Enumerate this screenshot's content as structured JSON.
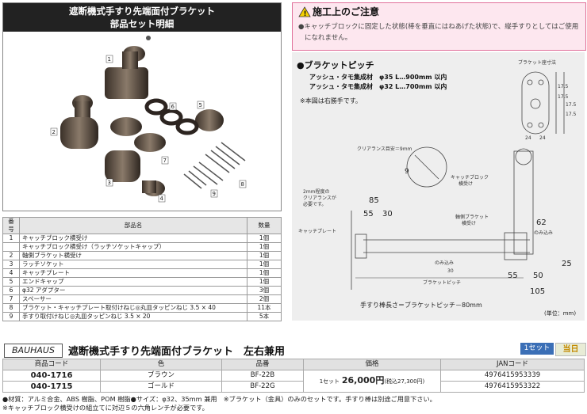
{
  "left_panel": {
    "title_line1": "遮断機式手すり先端面付ブラケット",
    "title_line2": "部品セット明細",
    "callouts": [
      "1",
      "2",
      "3",
      "4",
      "5",
      "6",
      "7",
      "8",
      "9"
    ]
  },
  "parts_table": {
    "headers": [
      "番号",
      "部品名",
      "数量"
    ],
    "rows": [
      {
        "no": "1",
        "name": "キャッチブロック横受け",
        "qty": "1個"
      },
      {
        "no": "",
        "name": "キャッチブロック横受け（ラッチソケットキャップ）",
        "qty": "1個"
      },
      {
        "no": "2",
        "name": "軸側ブラケット横受け",
        "qty": "1個"
      },
      {
        "no": "3",
        "name": "ラッチソケット",
        "qty": "1個"
      },
      {
        "no": "4",
        "name": "キャッチプレート",
        "qty": "1個"
      },
      {
        "no": "5",
        "name": "エンドキャップ",
        "qty": "1個"
      },
      {
        "no": "6",
        "name": "φ32 アダプター",
        "qty": "3個"
      },
      {
        "no": "7",
        "name": "スペーサー",
        "qty": "2個"
      },
      {
        "no": "8",
        "name": "ブラケット・キャッチプレート取付けねじ◎丸皿タッピンねじ 3.5 × 40",
        "qty": "11本"
      },
      {
        "no": "9",
        "name": "手すり取付けねじ◎丸皿タッピンねじ 3.5 × 20",
        "qty": "5本"
      }
    ]
  },
  "caution": {
    "heading": "施工上のご注意",
    "text_line1": "●キャッチブロックに固定した状態(棒を垂直にはねあげた状態)で、縦手すりとしてはご使用",
    "text_line2": "になれません。"
  },
  "diagram": {
    "heading": "●ブラケットピッチ",
    "spec1": "アッシュ・タモ集成材　φ35 L…900mm 以内",
    "spec2": "アッシュ・タモ集成材　φ32 L…700mm 以内",
    "note": "※本図は右勝手です。",
    "labels": {
      "bracket_mount": "ブラケット座寸法",
      "clearance": "クリアランス目安＝9mm",
      "clearance_2mm_1": "2mm程度の",
      "clearance_2mm_2": "クリアランスが",
      "clearance_2mm_3": "必要です。",
      "catch_plate": "キャッチプレート",
      "catch_block_1": "キャッチブロック",
      "catch_block_2": "横受け",
      "shaft_bracket_1": "軸側ブラケット",
      "shaft_bracket_2": "横受け",
      "insert_30_label": "のみ込み",
      "insert_30_val": "30",
      "insert_25_label": "のみ込み",
      "bracket_pitch": "ブラケットピッチ",
      "formula": "手すり棒長さ＝ブラケットピッチ－80mm",
      "unit": "(単位：mm)"
    },
    "dims": {
      "d85": "85",
      "d55a": "55",
      "d30": "30",
      "d9": "9",
      "d62": "62",
      "d25": "25",
      "d55b": "55",
      "d50": "50",
      "d105": "105",
      "d17_5a": "17.5",
      "d17_5b": "17.5",
      "d24a": "24",
      "d24b": "24",
      "d17_5c": "17.5",
      "d17_5d": "17.5"
    }
  },
  "banner": {
    "logo": "BAUHAUS",
    "title": "遮断機式手すり先端面付ブラケット　左右兼用",
    "set_badge": "1セット",
    "today_badge": "当日"
  },
  "product_table": {
    "headers": [
      "商品コード",
      "色",
      "品番",
      "価格",
      "JANコード"
    ],
    "rows": [
      {
        "code": "040-1716",
        "color": "ブラウン",
        "part": "BF-22B",
        "jan": "4976415953339"
      },
      {
        "code": "040-1715",
        "color": "ゴールド",
        "part": "BF-22G",
        "jan": "4976415953322"
      }
    ],
    "price_prefix": "1セット",
    "price": "26,000円",
    "price_tax": "(税込27,300円)"
  },
  "notes": {
    "line1": "●材質：アルミ合金、ABS 樹脂、POM 樹脂●サイズ：φ32、35mm 兼用　※ブラケット（金具）のみのセットです。手すり棒は別途ご用意下さい。",
    "line2": "※キャッチブロック横受けの組立てに対辺５の六角レンチが必要です。"
  }
}
